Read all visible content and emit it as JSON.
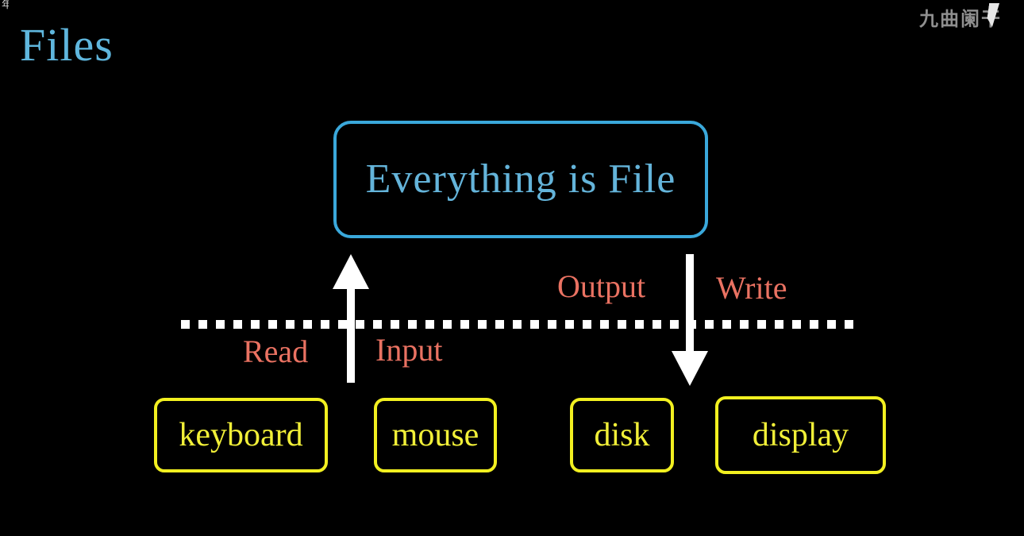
{
  "slide": {
    "background_color": "#000000",
    "title": "Files",
    "title_color": "#5fb6dd",
    "corner_artifact": "年"
  },
  "watermark": {
    "text": "九曲阑干",
    "color": "#8f8f8f",
    "mark_icon": "partial-logo-icon"
  },
  "concept": {
    "label": "Everything is File",
    "text_color": "#64b4da",
    "border_color": "#3aa8db"
  },
  "boundary": {
    "style": "dotted",
    "color": "#ffffff"
  },
  "arrows": [
    {
      "name": "read-arrow",
      "direction": "up",
      "color": "#ffffff",
      "labels": [
        "Read",
        "Input"
      ]
    },
    {
      "name": "write-arrow",
      "direction": "down",
      "color": "#ffffff",
      "labels": [
        "Output",
        "Write"
      ]
    }
  ],
  "flow_labels": {
    "color": "#ea7262",
    "read": "Read",
    "input": "Input",
    "output": "Output",
    "write": "Write"
  },
  "devices": {
    "border_color": "#f2f020",
    "text_color": "#f1ef38",
    "items": [
      {
        "label": "keyboard"
      },
      {
        "label": "mouse"
      },
      {
        "label": "disk"
      },
      {
        "label": "display"
      }
    ]
  }
}
